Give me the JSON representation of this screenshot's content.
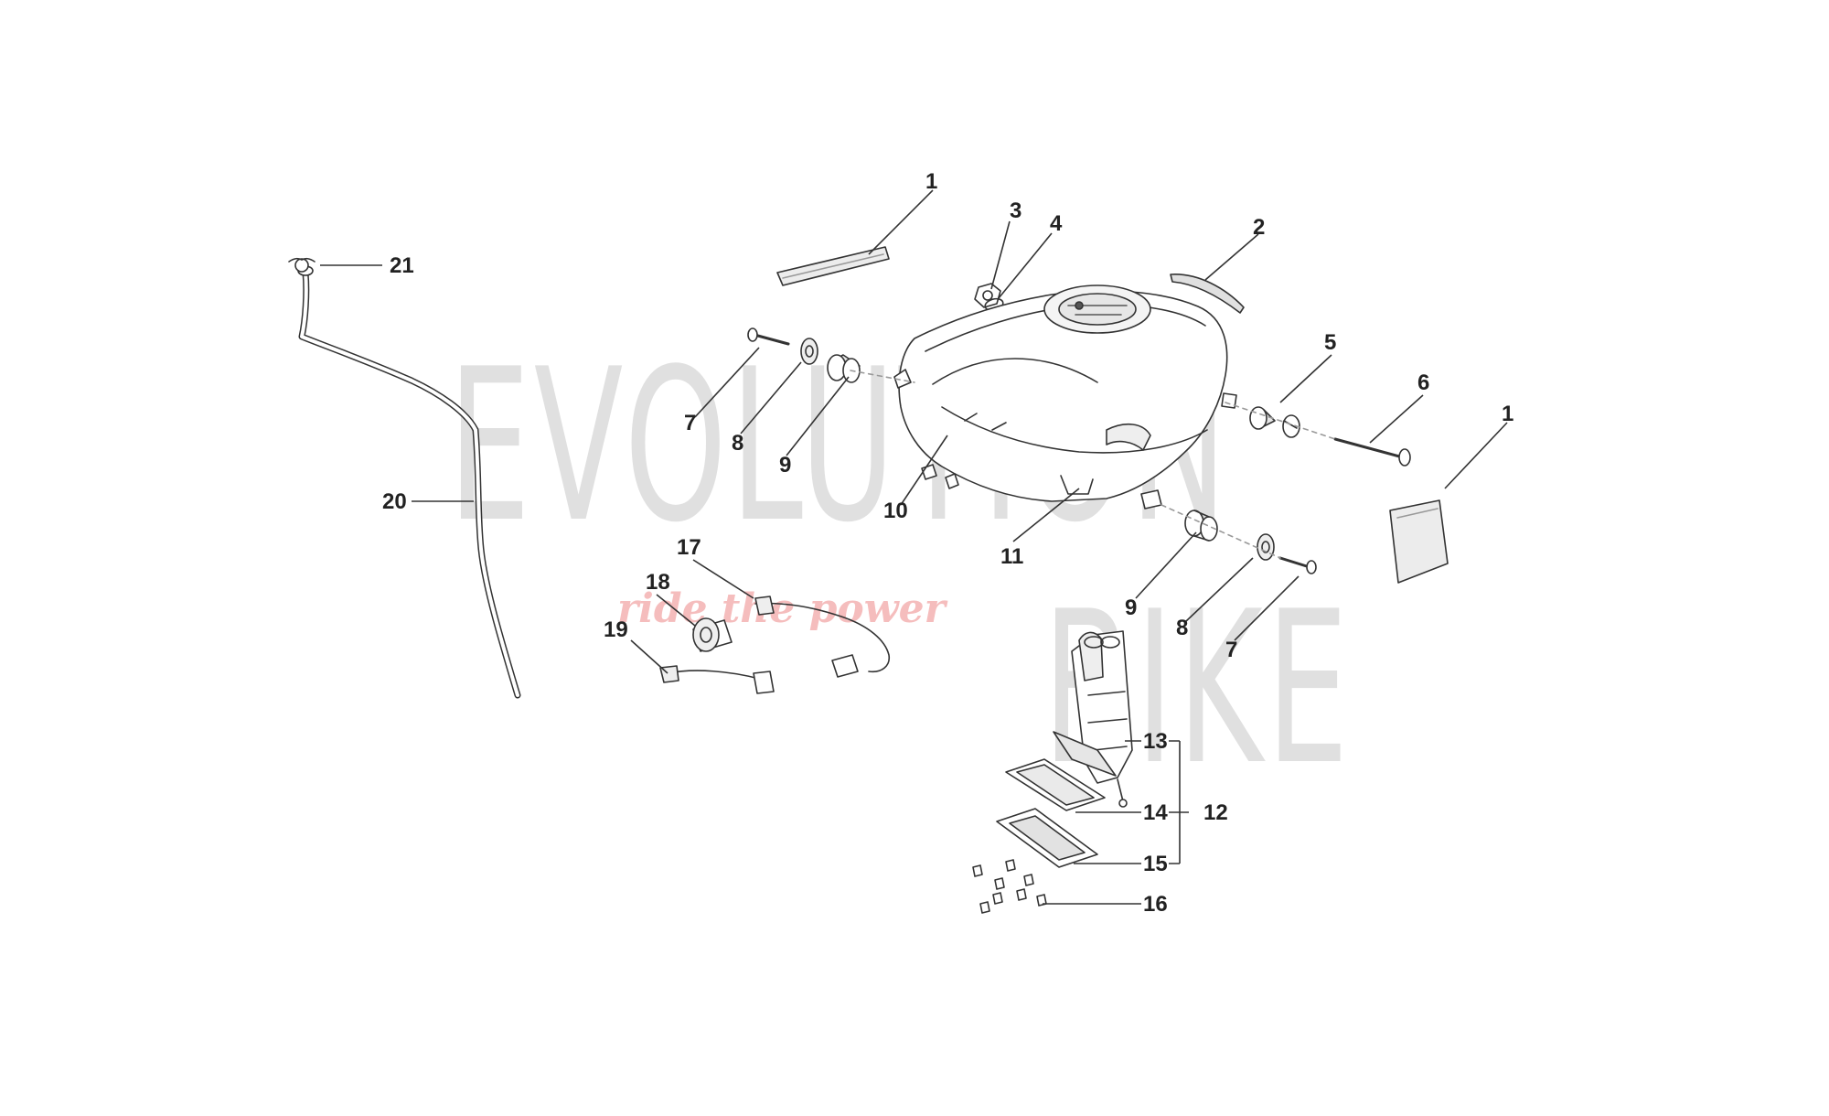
{
  "watermark": {
    "line1": "EVOLUTION",
    "line2": "BIKE",
    "tagline": "ride the power"
  },
  "callouts": [
    {
      "id": "c1a",
      "text": "1"
    },
    {
      "id": "c2",
      "text": "2"
    },
    {
      "id": "c3",
      "text": "3"
    },
    {
      "id": "c4",
      "text": "4"
    },
    {
      "id": "c5",
      "text": "5"
    },
    {
      "id": "c6",
      "text": "6"
    },
    {
      "id": "c1b",
      "text": "1"
    },
    {
      "id": "c7a",
      "text": "7"
    },
    {
      "id": "c8a",
      "text": "8"
    },
    {
      "id": "c9a",
      "text": "9"
    },
    {
      "id": "c10",
      "text": "10"
    },
    {
      "id": "c11",
      "text": "11"
    },
    {
      "id": "c9b",
      "text": "9"
    },
    {
      "id": "c8b",
      "text": "8"
    },
    {
      "id": "c7b",
      "text": "7"
    },
    {
      "id": "c13",
      "text": "13"
    },
    {
      "id": "c14",
      "text": "14"
    },
    {
      "id": "c15",
      "text": "15"
    },
    {
      "id": "c12",
      "text": "12"
    },
    {
      "id": "c16",
      "text": "16"
    },
    {
      "id": "c17",
      "text": "17"
    },
    {
      "id": "c18",
      "text": "18"
    },
    {
      "id": "c19",
      "text": "19"
    },
    {
      "id": "c20",
      "text": "20"
    },
    {
      "id": "c21",
      "text": "21"
    }
  ],
  "colors": {
    "line": "#333333",
    "part_fill": "#ffffff",
    "part_shade": "#d9d9d9",
    "watermark": "#c8c8c8",
    "tagline": "#f2a7a7"
  }
}
